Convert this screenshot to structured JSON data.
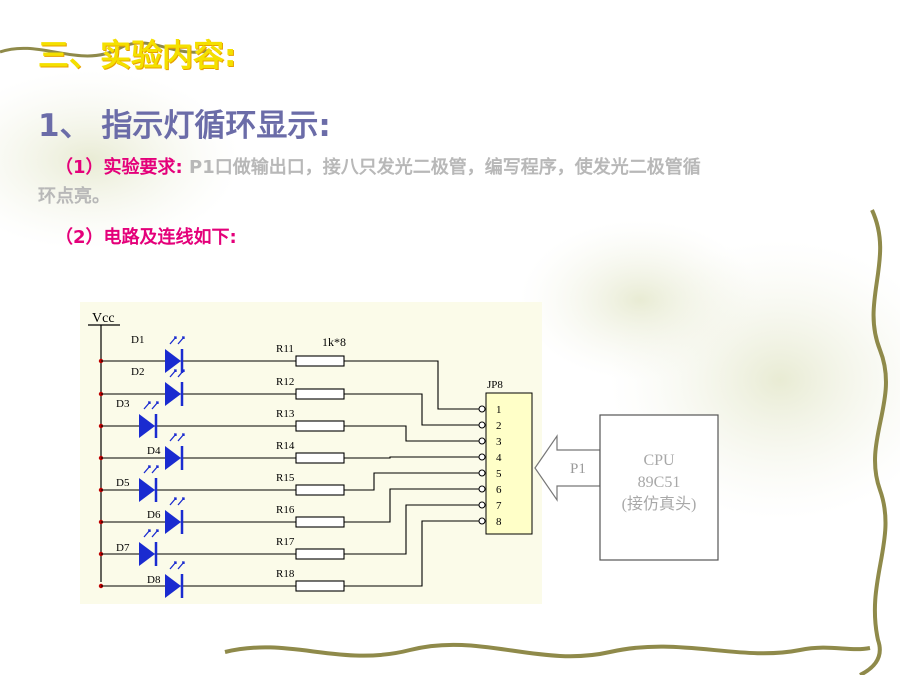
{
  "slide": {
    "section_title": "三、实验内容:",
    "sub_title": "1、 指示灯循环显示:",
    "requirement": {
      "label": "（1）实验要求:",
      "text_line1": " P1口做输出口，接八只发光二极管，编写程序，使发光二极管循",
      "text_line2": "环点亮。"
    },
    "circuit_heading": "（2）电路及连线如下:"
  },
  "circuit": {
    "vcc_label": "Vcc",
    "resistor_value": "1k*8",
    "connector_label": "JP8",
    "diodes": [
      "D1",
      "D2",
      "D3",
      "D4",
      "D5",
      "D6",
      "D7",
      "D8"
    ],
    "resistors": [
      "R11",
      "R12",
      "R13",
      "R14",
      "R15",
      "R16",
      "R17",
      "R18"
    ],
    "pins": [
      "1",
      "2",
      "3",
      "4",
      "5",
      "6",
      "7",
      "8"
    ],
    "port_label": "P1",
    "cpu_box": {
      "line1": "CPU",
      "line2": "89C51",
      "line3": "(接仿真头)"
    }
  },
  "colors": {
    "title_yellow": "#f4e000",
    "subtitle_purple": "#6b6ca8",
    "accent_pink": "#e4007a",
    "body_grey": "#b8b8b8",
    "diode_blue": "#1a2bd0",
    "circuit_bg": "#fbfbe9"
  }
}
